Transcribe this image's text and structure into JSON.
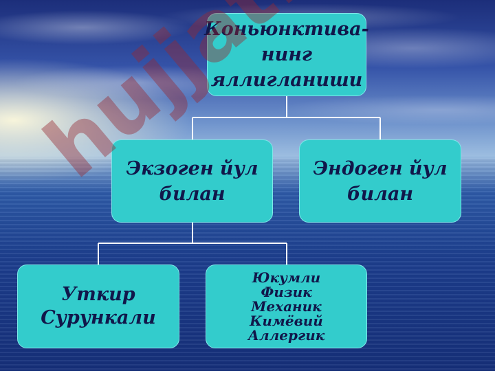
{
  "root": {
    "text": "Коньюнктива-\nнинг\nяллиглaниши"
  },
  "branches": {
    "exogenous": "Экзоген йул\nбилан",
    "endogenous": "Эндоген йул\nбилан"
  },
  "leaves": {
    "course": "Уткир\nСурункали",
    "types": "Юкумли\nФизик\nМеханик\nКимёвий\nАллергик"
  },
  "watermark": "hujjat.uz",
  "colors": {
    "box_fill": "#33cccc",
    "box_text": "#11174a",
    "connector": "#ffffff"
  }
}
